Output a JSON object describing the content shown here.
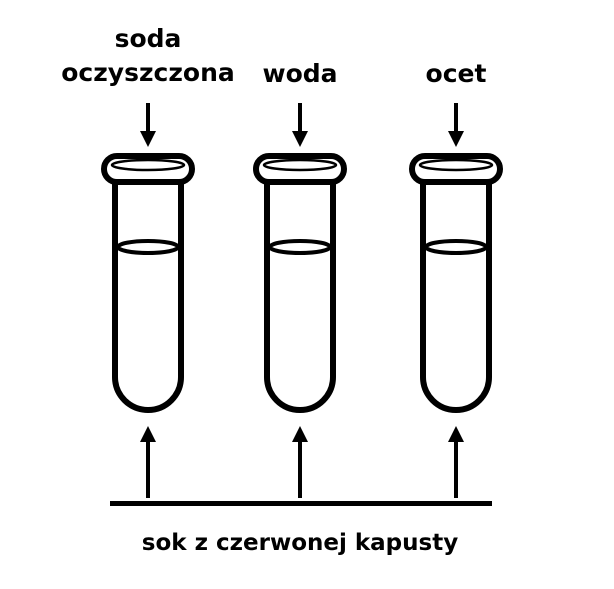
{
  "labels": {
    "tube1": {
      "line1": "soda",
      "line2": "oczyszczona"
    },
    "tube2": "woda",
    "tube3": "ocet",
    "caption": "sok z czerwonej kapusty"
  },
  "icons": {
    "down_arrow": "arrow-down",
    "up_arrow": "arrow-up",
    "tube": "test-tube"
  },
  "colors": {
    "ink": "#000000",
    "background": "#ffffff"
  }
}
